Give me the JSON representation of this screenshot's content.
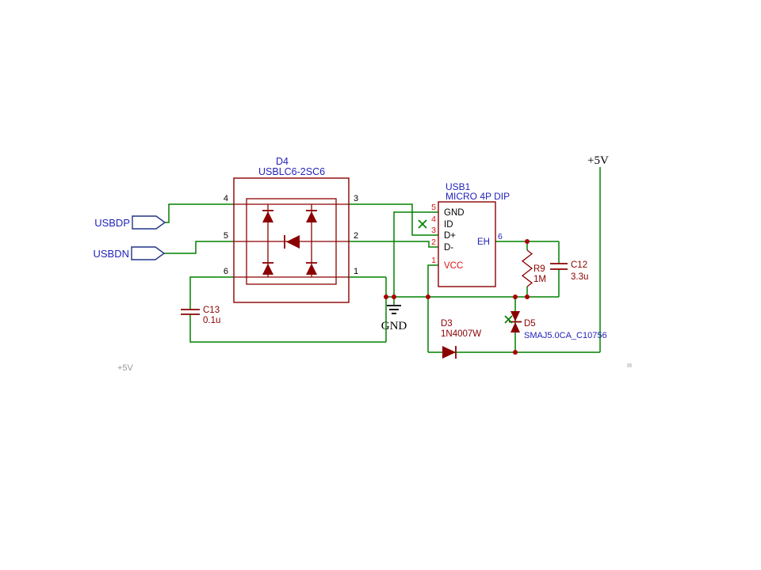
{
  "colors": {
    "wire": "#008000",
    "component": "#8b0000",
    "junction": "#aa0000",
    "blue": "#2222bb",
    "red": "#dd1111",
    "port_outline": "#223388",
    "gray": "#999999"
  },
  "ports": {
    "usbdp": "USBDP",
    "usbdn": "USBDN"
  },
  "components": {
    "d4": {
      "ref": "D4",
      "value": "USBLC6-2SC6",
      "pins": {
        "p4": "4",
        "p5": "5",
        "p6": "6",
        "p3": "3",
        "p2": "2",
        "p1": "1"
      }
    },
    "usb1": {
      "ref": "USB1",
      "value": "MICRO 4P DIP",
      "pin_numbers": {
        "p5": "5",
        "p4": "4",
        "p3": "3",
        "p2": "2",
        "p1": "1"
      },
      "pin_names": {
        "gnd": "GND",
        "id": "ID",
        "dplus": "D+",
        "dminus": "D-",
        "vcc": "VCC"
      },
      "eh_label": "EH",
      "eh_pin": "6"
    },
    "c13": {
      "ref": "C13",
      "value": "0.1u"
    },
    "r9": {
      "ref": "R9",
      "value": "1M"
    },
    "c12": {
      "ref": "C12",
      "value": "3.3u"
    },
    "d3": {
      "ref": "D3",
      "value": "1N4007W"
    },
    "d5": {
      "ref": "D5",
      "value": "SMAJ5.0CA_C10756"
    }
  },
  "power": {
    "rail_label": "+5V",
    "ground_label": "GND"
  },
  "artifacts": {
    "cropped_label": "+5V"
  }
}
